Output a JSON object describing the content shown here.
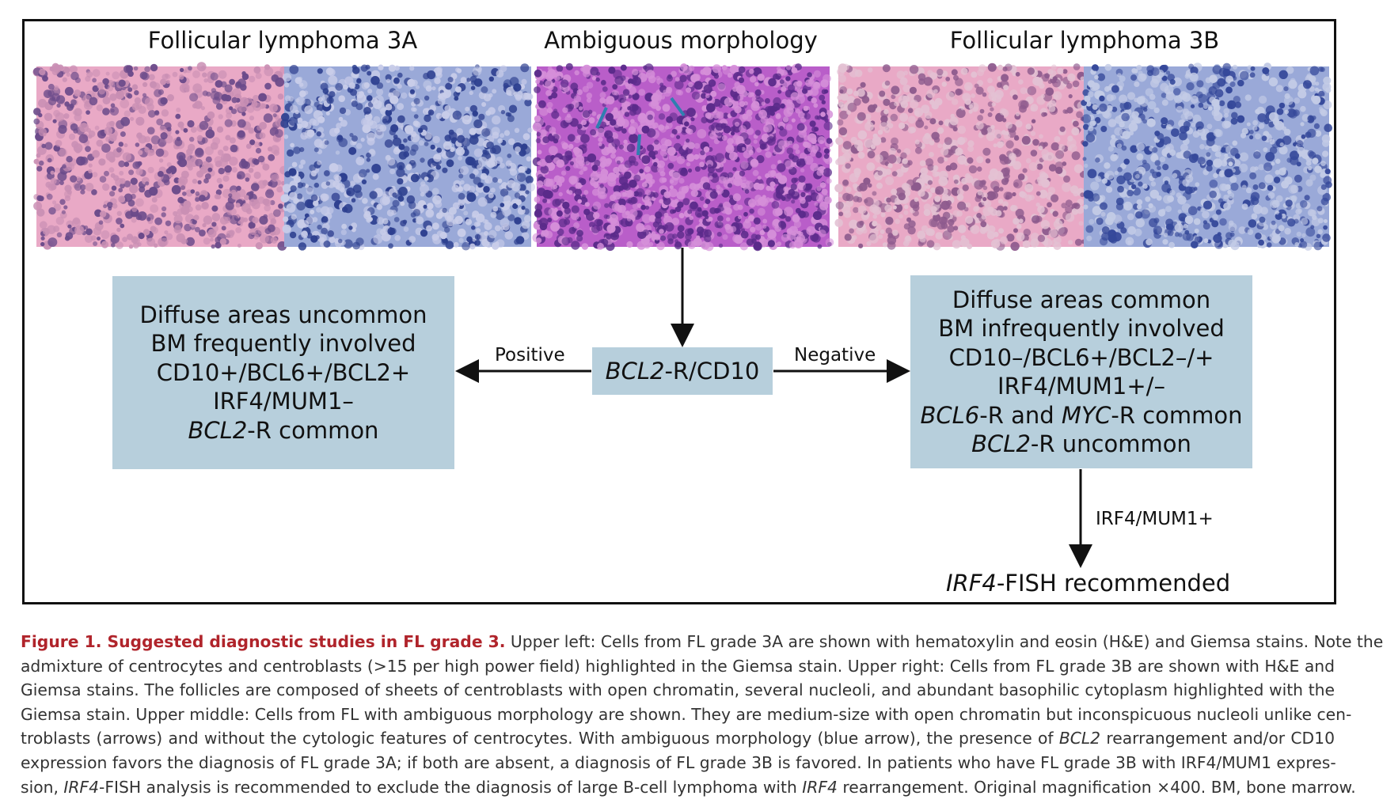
{
  "titles": {
    "left": "Follicular lymphoma 3A",
    "middle": "Ambiguous morphology",
    "right": "Follicular lymphoma 3B"
  },
  "colors": {
    "box": "#b7cfdc",
    "caption_heading": "#b0242b",
    "he_stain": "#e9a9c6",
    "giemsa_stain": "#9aa9d8",
    "ambiguous_stain": "#b95ec9",
    "arrow_marker": "#2f7fb0"
  },
  "left_box": {
    "lines": [
      "Diffuse areas uncommon",
      "BM frequently involved",
      "CD10+/BCL6+/BCL2+",
      "IRF4/MUM1–"
    ],
    "last_italic": "BCL2",
    "last_rest": "-R common"
  },
  "center_box": {
    "italic": "BCL2",
    "rest": "-R/CD10"
  },
  "right_box": {
    "lines": [
      "Diffuse areas common",
      "BM infrequently involved",
      "CD10–/BCL6+/BCL2–/+",
      "IRF4/MUM1+/–"
    ],
    "l5_i1": "BCL6",
    "l5_t1": "-R and ",
    "l5_i2": "MYC",
    "l5_t2": "-R common",
    "l6_i": "BCL2",
    "l6_t": "-R uncommon"
  },
  "labels": {
    "positive": "Positive",
    "negative": "Negative",
    "irf4": "IRF4/MUM1+"
  },
  "final": {
    "italic": "IRF4",
    "rest": "-FISH recommended"
  },
  "caption": {
    "heading": "Figure 1. Suggested diagnostic studies in FL grade 3.",
    "l1": " Upper left: Cells from FL grade 3A are shown with hematoxylin and eosin (H&E) and Giemsa stains. Note the",
    "l2": "admixture of centrocytes and centroblasts (>15 per high power field) highlighted in the Giemsa stain. Upper right: Cells from FL grade 3B are shown with H&E and",
    "l3": "Giemsa stains. The follicles are composed of sheets of centroblasts with open chromatin, several nucleoli, and abundant basophilic cytoplasm highlighted with the",
    "l4": "Giemsa stain. Upper middle: Cells from FL with ambiguous morphology are shown. They are medium-size with open chromatin but inconspicuous nucleoli unlike cen-",
    "l5": "troblasts (arrows) and without the cytologic features of centrocytes. With ambiguous morphology (blue arrow), the presence of ",
    "l5_i": "BCL2",
    "l5_b": " rearrangement and/or CD10",
    "l6": "expression favors the diagnosis of FL grade 3A; if both are absent, a diagnosis of FL grade 3B is favored. In patients who have FL grade 3B with IRF4/MUM1 expres-",
    "l7_a": "sion, ",
    "l7_i1": "IRF4",
    "l7_b": "-FISH analysis is recommended to exclude the diagnosis of large B-cell lymphoma with ",
    "l7_i2": "IRF4",
    "l7_c": " rearrangement. Original magnification ×400. BM, bone marrow."
  }
}
